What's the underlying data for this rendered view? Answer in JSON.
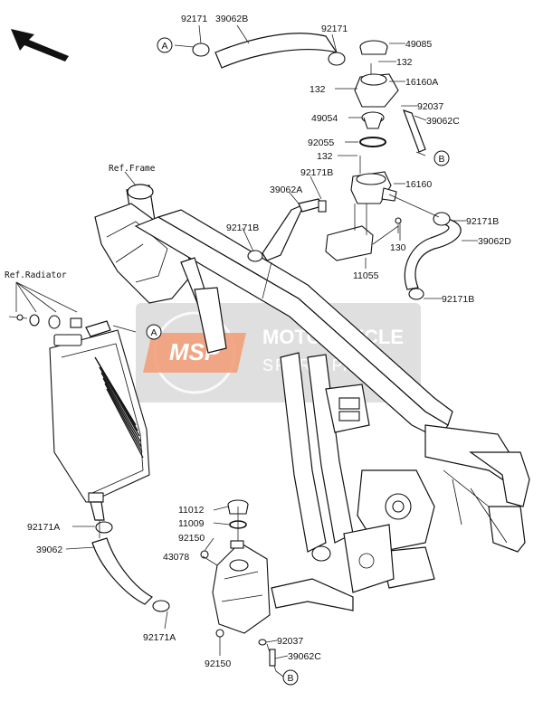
{
  "references": {
    "frame": "Ref.Frame",
    "radiator": "Ref.Radiator"
  },
  "callouts": {
    "a1": "A",
    "a2": "A",
    "b1": "B",
    "b2": "B"
  },
  "parts": {
    "p92171_tl": "92171",
    "p39062B": "39062B",
    "p92171_tr": "92171",
    "p49085": "49085",
    "p132_a": "132",
    "p16160A": "16160A",
    "p132_b": "132",
    "p92037_a": "92037",
    "p49054": "49054",
    "p39062C_a": "39062C",
    "p92055": "92055",
    "p132_c": "132",
    "p92171B_a": "92171B",
    "p16160": "16160",
    "p39062A": "39062A",
    "p92171B_b": "92171B",
    "p92171B_c": "92171B",
    "p130": "130",
    "p39062D": "39062D",
    "p11055": "11055",
    "p92171B_d": "92171B",
    "p92171A_a": "92171A",
    "p39062": "39062",
    "p92171A_b": "92171A",
    "p11012": "11012",
    "p11009": "11009",
    "p92150_a": "92150",
    "p43078": "43078",
    "p92037_b": "92037",
    "p92150_b": "92150",
    "p39062C_b": "39062C"
  },
  "watermark": {
    "logo": "MSP",
    "line1": "MOTORCYCLE",
    "line2": "SPARE PARTS"
  },
  "colors": {
    "watermark_bg": "#d9d9d9",
    "watermark_logo": "#f2a07a",
    "watermark_text": "#ffffff"
  }
}
